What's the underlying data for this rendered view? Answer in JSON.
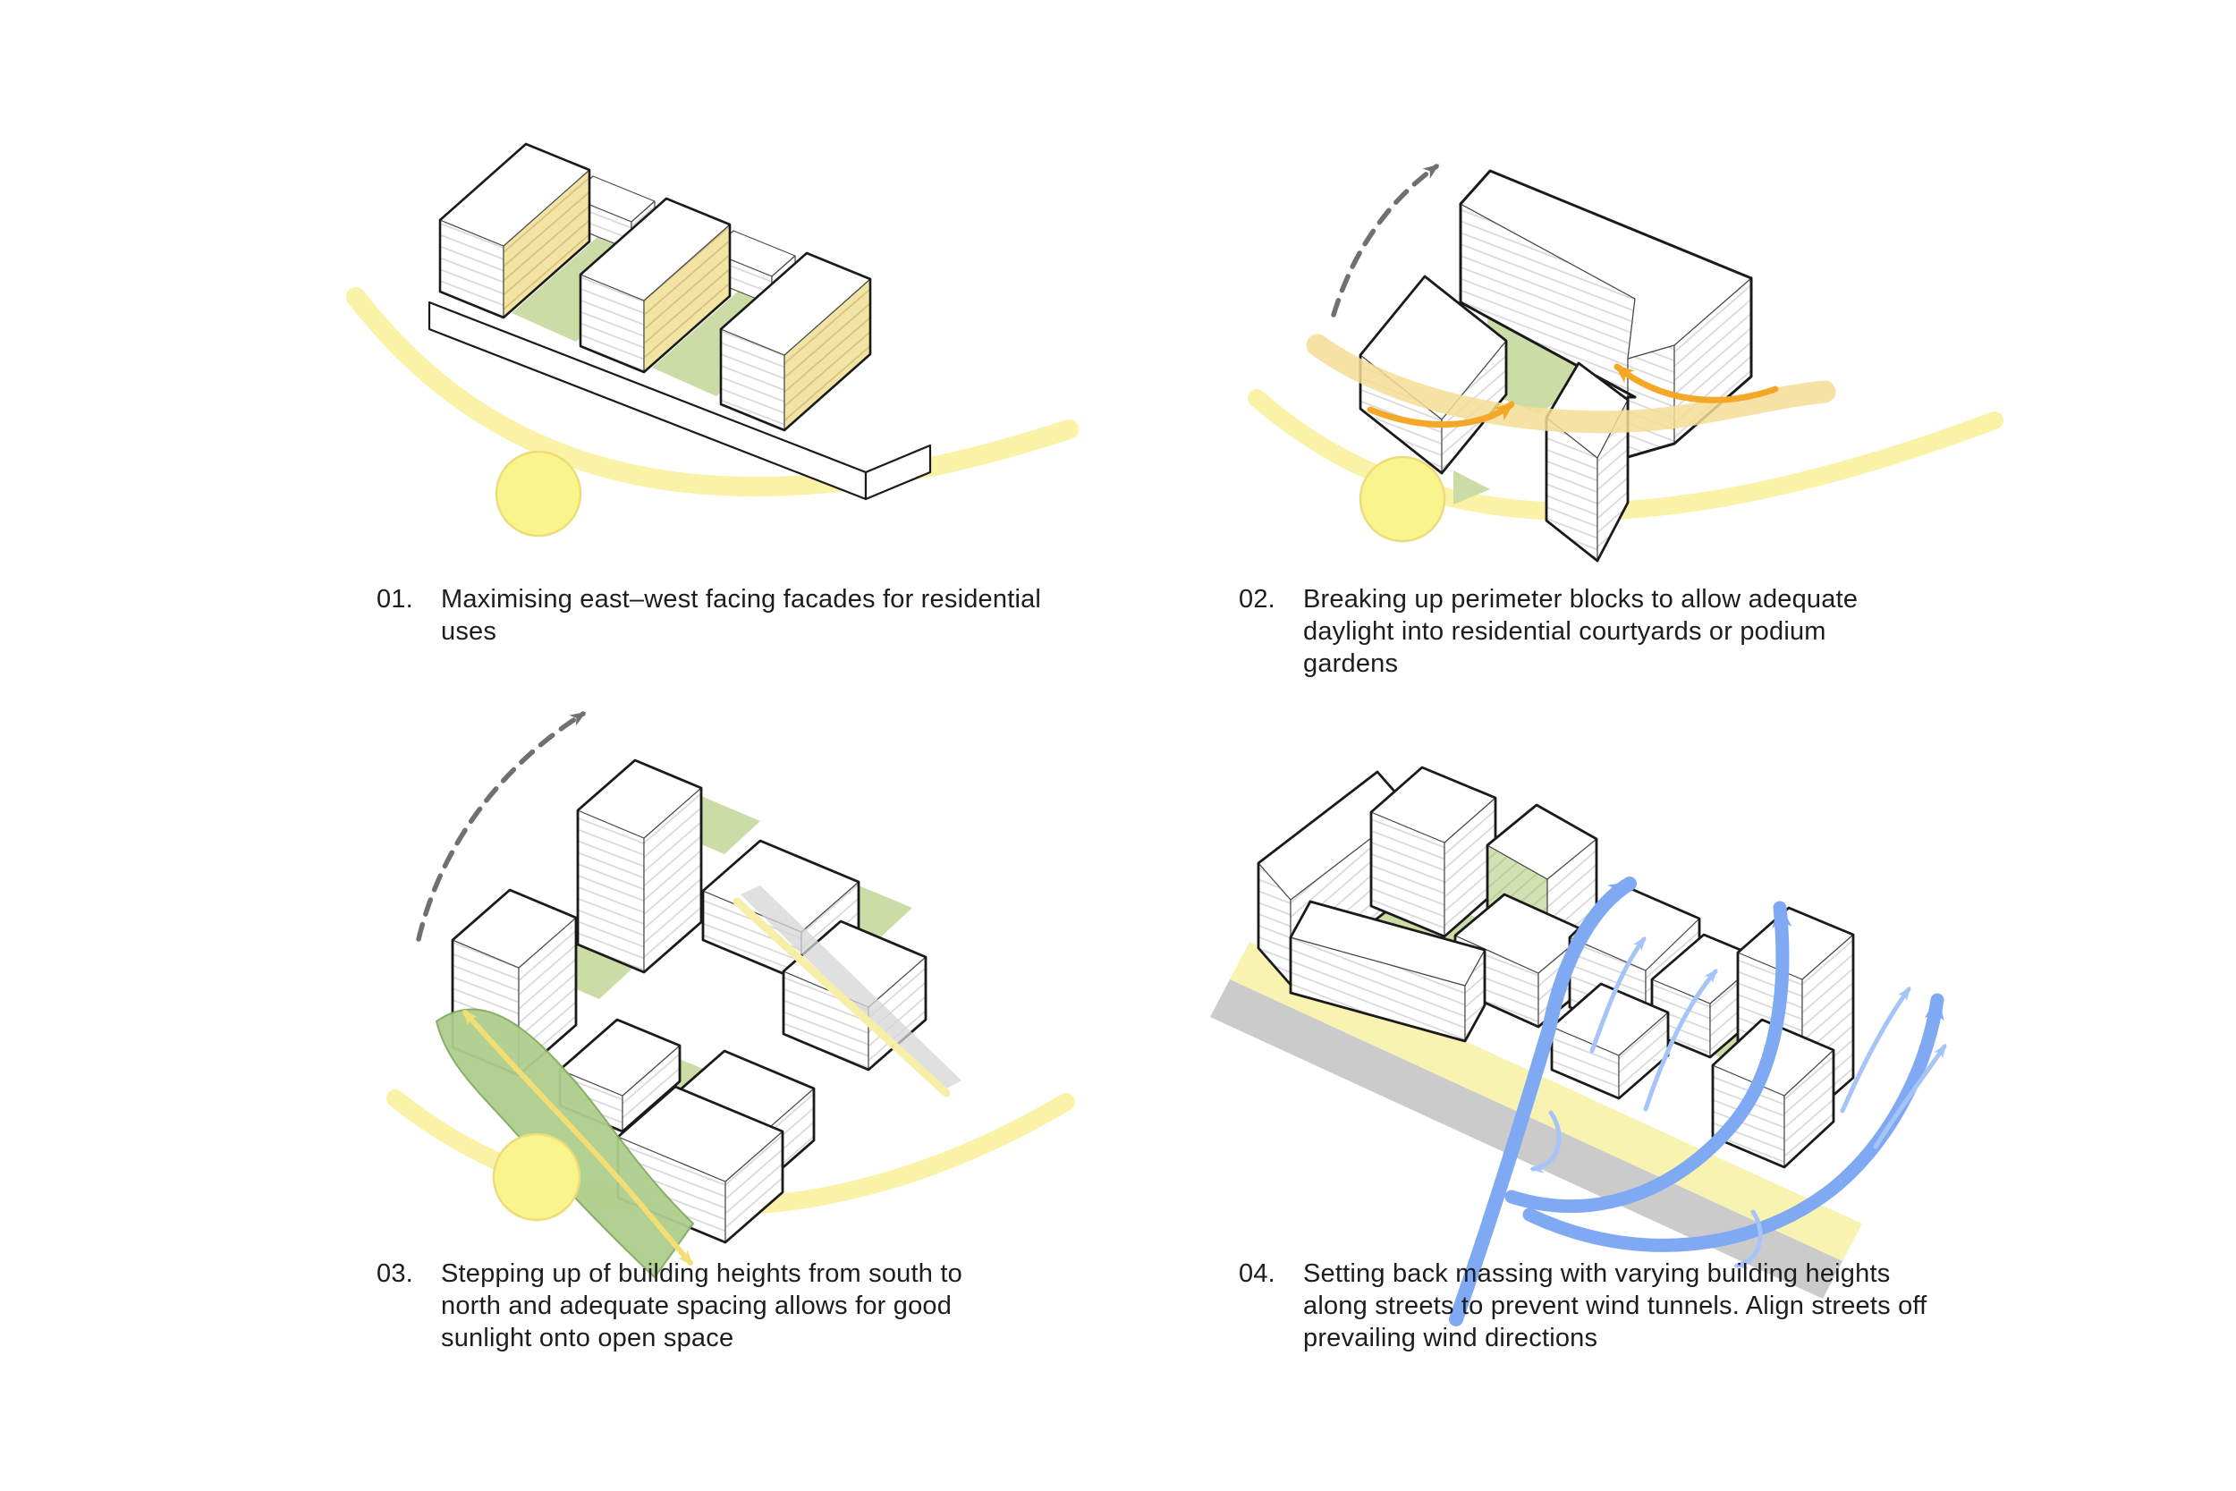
{
  "page": {
    "background": "#ffffff",
    "description": "Four-panel urban massing design principles diagram sheet"
  },
  "colors": {
    "text": "#1d1d1f",
    "outline_dark": "#1a1a1a",
    "edge_gray": "#4a4a4a",
    "hatch_gray": "#d6d6d6",
    "sun_fill": "#faf48c",
    "sun_stroke": "#eedc7a",
    "sun_path_yellow": "#faf2a6",
    "facade_yellow": "#f2e4a3",
    "facade_yellow_hatch": "#d8be7e",
    "courtyard_green": "#cbdca7",
    "park_green": "#aece8c",
    "park_green_edge": "#83aa62",
    "orange_arrow": "#f5a728",
    "daylight_swoosh": "#f6dd96",
    "wind_blue": "#7fa9f2",
    "wind_blue_light": "#a5c4f7",
    "street_yellow": "#f9f3b2",
    "street_gray": "#cbcbcb",
    "north_arrow_gray": "#707070"
  },
  "panels": [
    {
      "number": "01.",
      "caption": "Maximising east–west facing facades for residential uses",
      "diagram": "three residential slabs on podium, east-west facades highlighted yellow, sun path arc with sun"
    },
    {
      "number": "02.",
      "caption": "Breaking up perimeter blocks to allow adequate daylight into residential courtyards or podium gardens",
      "diagram": "broken perimeter block with green courtyard, daylight swoosh and orange arrows entering gaps, north arrow, sun path with sun"
    },
    {
      "number": "03.",
      "caption": "Stepping up of building heights from south to north and adequate spacing allows for good sunlight onto open space",
      "diagram": "buildings stepping from low at south to tall towers at north, green park strip with sunlight arrow, north arrow, sun path with sun"
    },
    {
      "number": "04.",
      "caption": "Setting back massing with varying building heights along streets to prevent wind tunnels. Align streets off prevailing wind directions",
      "diagram": "three building clusters set back along a street, branching blue prevailing wind arrows flowing between them"
    }
  ]
}
